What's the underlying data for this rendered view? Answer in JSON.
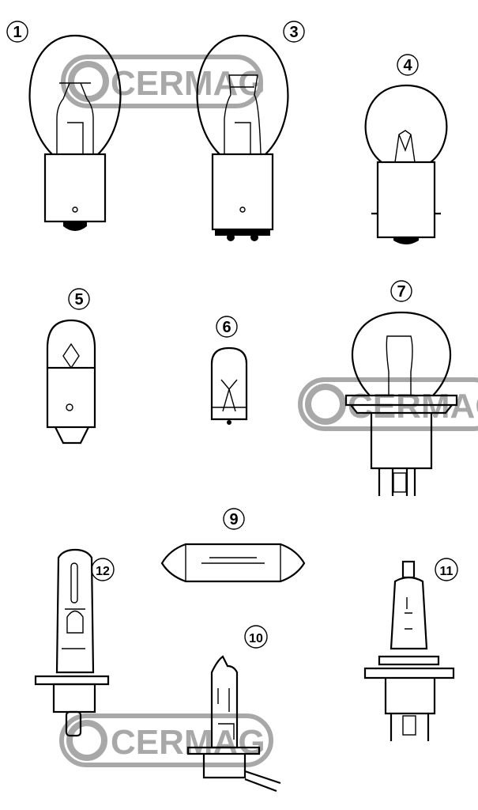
{
  "watermark": {
    "text": "CERMAG",
    "color": "#9a9a9a"
  },
  "labels": [
    "1",
    "3",
    "4",
    "5",
    "6",
    "7",
    "9",
    "12",
    "11",
    "10"
  ]
}
